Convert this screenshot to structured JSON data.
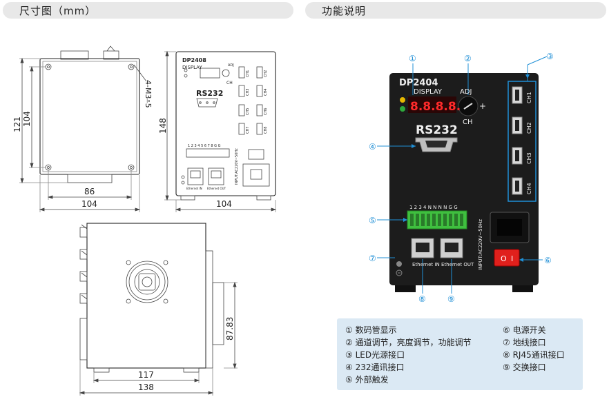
{
  "header": {
    "left_title": "尺寸图（mm）",
    "right_title": "功能说明"
  },
  "drawing": {
    "front": {
      "dim_height_outer": "121",
      "dim_height_inner": "104",
      "dim_width_inner": "86",
      "dim_width_outer": "104",
      "hole_note": "4-M3⩡5"
    },
    "panel": {
      "model": "DP2408",
      "display_label": "DISPLAY",
      "adj_label": "ADJ",
      "ch_label": "CH",
      "rs232_label": "RS232",
      "terminal_label": "1 2 3 4 5 6 7 8 G G",
      "eth_in": "Ethernet IN",
      "eth_out": "Ethernet OUT",
      "input_label": "INPUT:AC220V~50Hz",
      "dim_height": "148",
      "dim_width": "104",
      "ch_labels": [
        "CH1",
        "CH2",
        "CH3",
        "CH4",
        "CH5",
        "CH6",
        "CH7",
        "CH8"
      ]
    },
    "side": {
      "dim_height": "87.83",
      "dim_inner_width": "117",
      "dim_outer_width": "138"
    }
  },
  "photo": {
    "model": "DP2404",
    "display_label": "DISPLAY",
    "display_value": "8.8.8.8.",
    "adj_label": "ADJ",
    "ch_label": "CH",
    "minus": "-",
    "plus": "+",
    "rs232_label": "RS232",
    "ch_labels": [
      "CH1",
      "CH2",
      "CH3",
      "CH4"
    ],
    "terminal_label": "1 2 3 4 N N N N G G",
    "eth_in_label": "Ethernet IN",
    "eth_out_label": "Ethernet OUT",
    "input_label": "INPUT:AC220V~50Hz",
    "callouts": [
      "①",
      "②",
      "③",
      "④",
      "⑤",
      "⑥",
      "⑦",
      "⑧",
      "⑨"
    ]
  },
  "legend": {
    "items": [
      "① 数码管显示",
      "② 通道调节，亮度调节，功能调节",
      "③ LED光源接口",
      "④ 232通讯接口",
      "⑤ 外部触发",
      "⑥ 电源开关",
      "⑦ 地线接口",
      "⑧ RJ45通讯接口",
      "⑨ 交换接口"
    ]
  },
  "colors": {
    "header_bg": "#e8e8e8",
    "legend_bg": "#dbe9f4",
    "callout_blue": "#1f8fd6",
    "device_body": "#1c1c1c",
    "terminal_green": "#3fbf3f",
    "switch_red": "#e0201c",
    "led_red": "#ff2a2a"
  }
}
